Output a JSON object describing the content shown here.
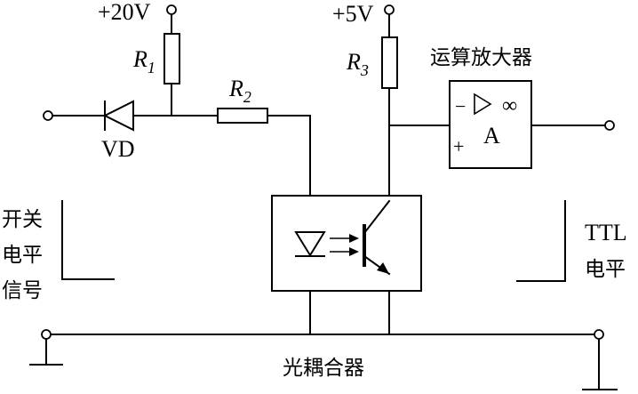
{
  "labels": {
    "v20": "+20V",
    "v5": "+5V",
    "r1_letter": "R",
    "r1_sub": "1",
    "r2_letter": "R",
    "r2_sub": "2",
    "r3_letter": "R",
    "r3_sub": "3",
    "vd": "VD",
    "opamp_title": "运算放大器",
    "opamp_minus": "−",
    "opamp_plus": "+",
    "opamp_inf": "∞",
    "opamp_a": "A",
    "switch_line1": "开关",
    "switch_line2": "电平",
    "switch_line3": "信号",
    "ttl_line1": "TTL",
    "ttl_line2": "电平",
    "optocoupler": "光耦合器"
  },
  "colors": {
    "ink": "#000000",
    "background": "#ffffff"
  }
}
